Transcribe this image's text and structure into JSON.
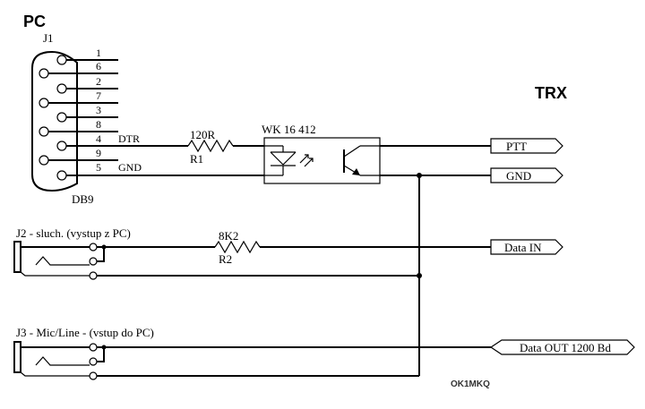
{
  "labels": {
    "pc": "PC",
    "trx": "TRX",
    "j1": "J1",
    "db9": "DB9",
    "pins": [
      "1",
      "6",
      "2",
      "7",
      "3",
      "8",
      "4",
      "9",
      "5"
    ],
    "dtr": "DTR",
    "gnd_pin": "GND",
    "r1_value": "120R",
    "r1_name": "R1",
    "opto": "WK 16 412",
    "j2": "J2 - sluch. (vystup z PC)",
    "r2_value": "8K2",
    "r2_name": "R2",
    "j3": "J3 - Mic/Line - (vstup do PC)",
    "credit": "OK1MKQ"
  },
  "connectors": {
    "ptt": "PTT",
    "gnd": "GND",
    "data_in": "Data IN",
    "data_out": "Data OUT 1200 Bd"
  }
}
